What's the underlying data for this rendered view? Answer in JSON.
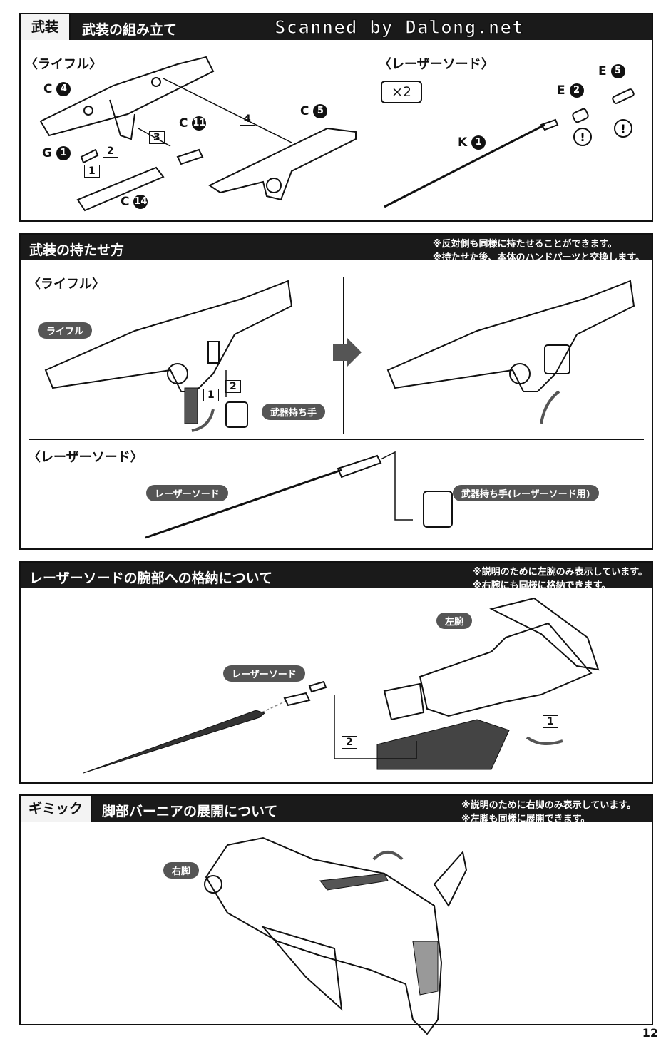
{
  "watermark": "Scanned by Dalong.net",
  "page_number": "12",
  "sec1": {
    "tag": "武装",
    "title": "武装の組み立て",
    "rifle_heading": "〈ライフル〉",
    "saber_heading": "〈レーザーソード〉",
    "qty": "×2",
    "parts": {
      "c4_letter": "C",
      "c4_num": "4",
      "c5_letter": "C",
      "c5_num": "5",
      "c11_letter": "C",
      "c11_num": "11",
      "c14_letter": "C",
      "c14_num": "14",
      "g1_letter": "G",
      "g1_num": "1",
      "e2_letter": "E",
      "e2_num": "2",
      "e5_letter": "E",
      "e5_num": "5",
      "k1_letter": "K",
      "k1_num": "1"
    },
    "steps": [
      "1",
      "2",
      "3",
      "4"
    ]
  },
  "sec2": {
    "title": "武装の持たせ方",
    "note1": "※反対側も同様に持たせることができます。",
    "note2": "※持たせた後、本体のハンドパーツと交換します。",
    "rifle_heading": "〈ライフル〉",
    "saber_heading": "〈レーザーソード〉",
    "rifle_label": "ライフル",
    "hand_label": "武器持ち手",
    "saber_label": "レーザーソード",
    "saber_hand_label": "武器持ち手(レーザーソード用)",
    "steps": [
      "1",
      "2"
    ]
  },
  "sec3": {
    "title": "レーザーソードの腕部への格納について",
    "note1": "※説明のために左腕のみ表示しています。",
    "note2": "※右腕にも同様に格納できます。",
    "arm_label": "左腕",
    "saber_label": "レーザーソード",
    "steps": [
      "1",
      "2"
    ]
  },
  "sec4": {
    "tag": "ギミック",
    "title": "脚部バーニアの展開について",
    "note1": "※説明のために右脚のみ表示しています。",
    "note2": "※左脚も同様に展開できます。",
    "leg_label": "右脚"
  }
}
